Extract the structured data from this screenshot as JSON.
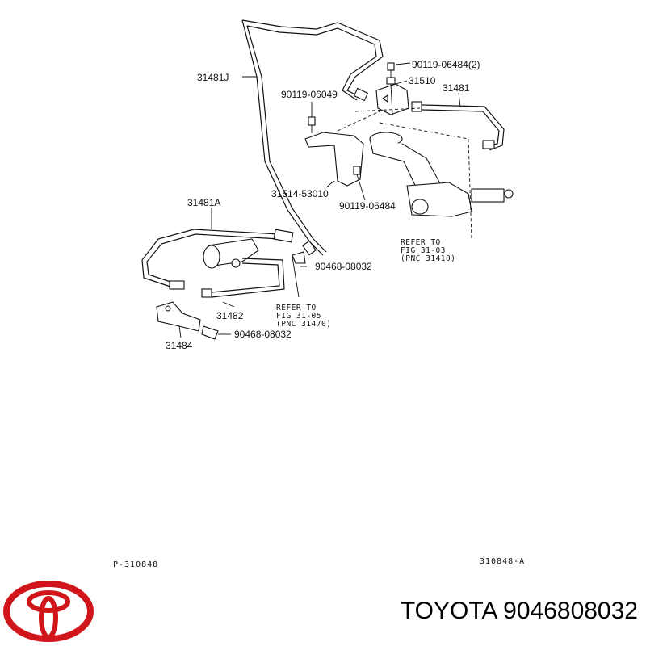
{
  "labels": {
    "l31481J": "31481J",
    "l90119_06484_2": "90119-06484(2)",
    "l31510": "31510",
    "l31481": "31481",
    "l90119_06049": "90119-06049",
    "l31514_53010": "31514-53010",
    "l90119_06484": "90119-06484",
    "l31481A": "31481A",
    "l90468_08032_a": "90468-08032",
    "l31482": "31482",
    "l31484": "31484",
    "l90468_08032_b": "90468-08032"
  },
  "refs": {
    "ref1": {
      "line1": "REFER TO",
      "line2": "FIG 31-03",
      "line3": "(PNC 31410)"
    },
    "ref2": {
      "line1": "REFER TO",
      "line2": "FIG 31-05",
      "line3": "(PNC 31470)"
    }
  },
  "codes": {
    "left": "P-310848",
    "right": "310848-A"
  },
  "brand": {
    "title": "TOYOTA 9046808032",
    "logo_color": "#d0161b"
  }
}
